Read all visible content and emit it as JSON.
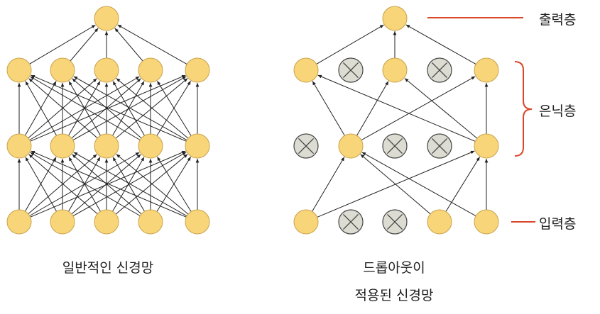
{
  "left": {
    "caption": "일반적인 신경망",
    "layers": [
      [
        true,
        true,
        true,
        true,
        true
      ],
      [
        true,
        true,
        true,
        true,
        true
      ],
      [
        true,
        true,
        true,
        true,
        true
      ],
      [
        true
      ]
    ]
  },
  "right": {
    "caption_line1": "드롭아웃이",
    "caption_line2": "적용된 신경망",
    "layers": [
      [
        true,
        false,
        false,
        true,
        true
      ],
      [
        false,
        true,
        false,
        false,
        true
      ],
      [
        true,
        false,
        true,
        false,
        true
      ],
      [
        true
      ]
    ]
  },
  "labels": {
    "output": "출력층",
    "hidden": "은닉층",
    "input": "입력층"
  },
  "colors": {
    "active_node_fill": "#F9D57A",
    "active_node_stroke": "#C9A24A",
    "dropped_node_fill": "#DCDCD2",
    "dropped_node_stroke": "#444444",
    "edge": "#222222",
    "label_line": "#D9462A"
  }
}
